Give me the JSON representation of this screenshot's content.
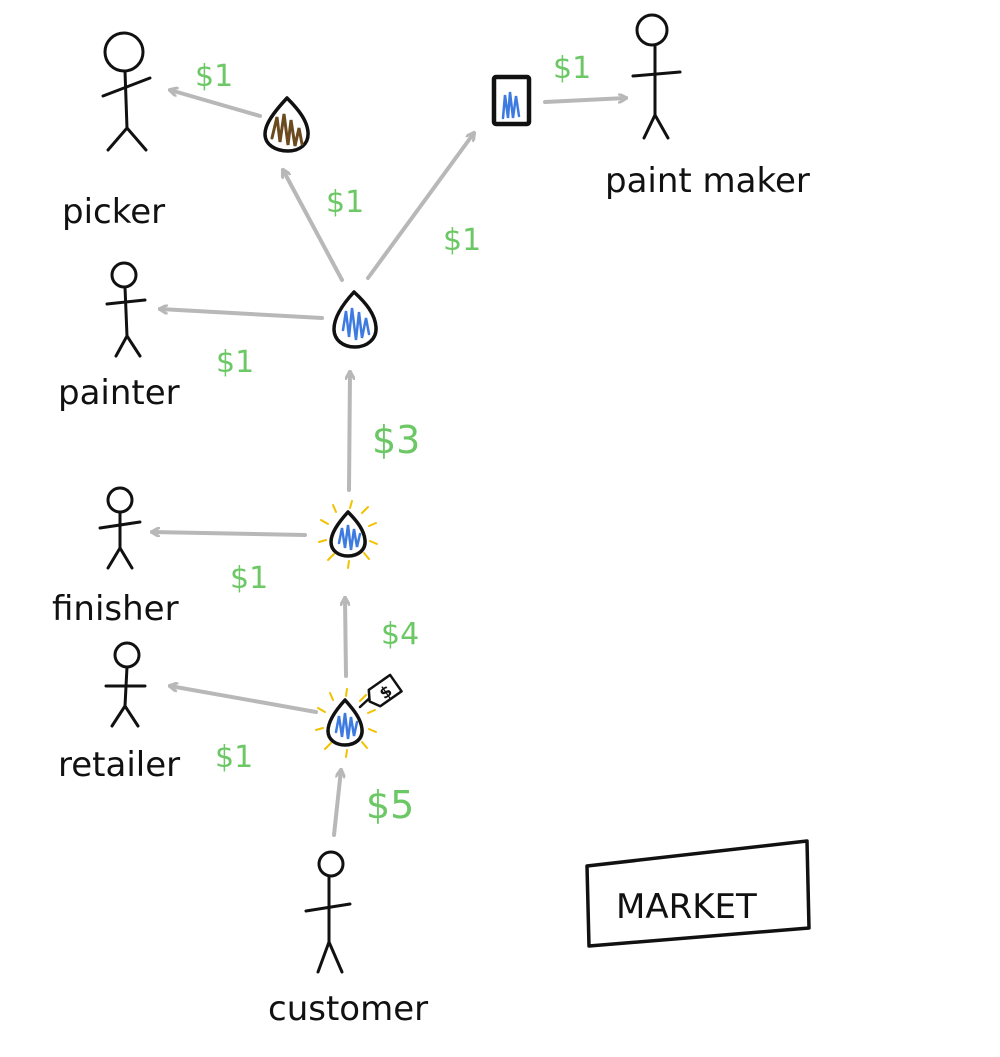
{
  "people": {
    "picker": "picker",
    "painter": "painter",
    "finisher": "finisher",
    "retailer": "retailer",
    "paint_maker": "paint maker",
    "customer": "customer"
  },
  "market": {
    "label": "MARKET"
  },
  "payments": {
    "customer_to_retail_item": "$5",
    "retail_item_to_finished_item": "$4",
    "finished_item_to_painted_item": "$3",
    "retail_item_to_retailer": "$1",
    "finished_item_to_finisher": "$1",
    "painted_item_to_painter": "$1",
    "painted_item_to_raw_item": "$1",
    "painted_item_to_paint": "$1",
    "raw_item_to_picker": "$1",
    "paint_to_paint_maker": "$1"
  },
  "colors": {
    "money": "#6cc765",
    "arrow": "#b8b8b8",
    "paint_blue": "#3d7be0",
    "raw_brown": "#6b4a1f",
    "shine_yellow": "#f2c200"
  }
}
